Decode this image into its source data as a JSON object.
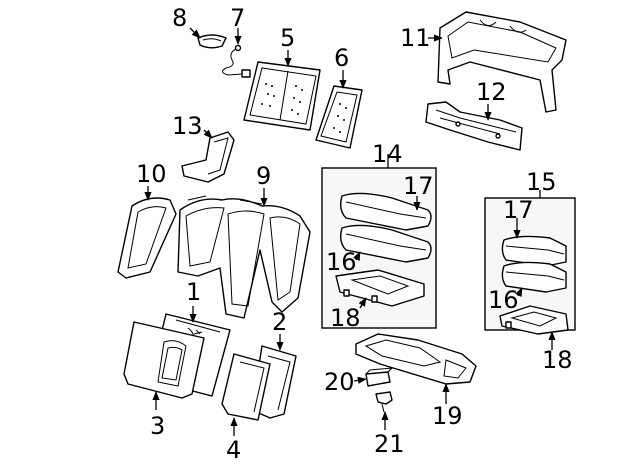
{
  "callouts": {
    "c1": "1",
    "c2": "2",
    "c3": "3",
    "c4": "4",
    "c5": "5",
    "c6": "6",
    "c7": "7",
    "c8": "8",
    "c9": "9",
    "c10": "10",
    "c11": "11",
    "c12": "12",
    "c13": "13",
    "c14": "14",
    "c15": "15",
    "c16a": "16",
    "c16b": "16",
    "c17a": "17",
    "c17b": "17",
    "c18a": "18",
    "c18b": "18",
    "c19": "19",
    "c20": "20",
    "c21": "21"
  }
}
